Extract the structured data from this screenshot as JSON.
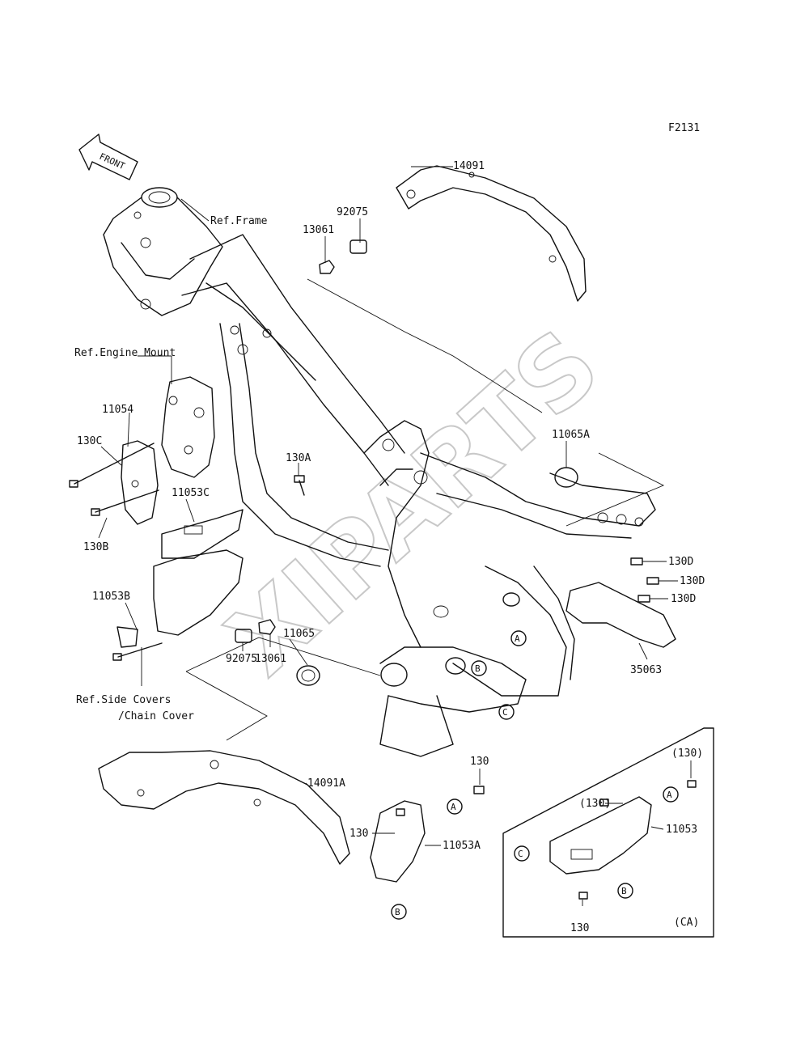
{
  "figure_code": "F2131",
  "front_label": "FRONT",
  "watermark": "XIPARTS",
  "callouts": {
    "ref_frame": "Ref.Frame",
    "ref_engine_mount": "Ref.Engine Mount",
    "ref_side_covers_1": "Ref.Side Covers",
    "ref_side_covers_2": "/Chain Cover",
    "p14091": "14091",
    "p92075_top": "92075",
    "p13061_top": "13061",
    "p11054": "11054",
    "p130C": "130C",
    "p130B": "130B",
    "p11053C": "11053C",
    "p130A": "130A",
    "p11053B": "11053B",
    "p11065A": "11065A",
    "p130D_1": "130D",
    "p130D_2": "130D",
    "p130D_3": "130D",
    "p35063": "35063",
    "p11065": "11065",
    "p13061_bot": "13061",
    "p92075_bot": "92075",
    "p14091A": "14091A",
    "p130_a": "130",
    "p130_b": "130",
    "p11053A": "11053A",
    "p130_paren_1": "(130)",
    "p130_paren_2": "(130)",
    "p11053": "11053",
    "p130_c": "130",
    "variant_CA": "(CA)"
  },
  "markers": {
    "A": "A",
    "B": "B",
    "C": "C"
  }
}
